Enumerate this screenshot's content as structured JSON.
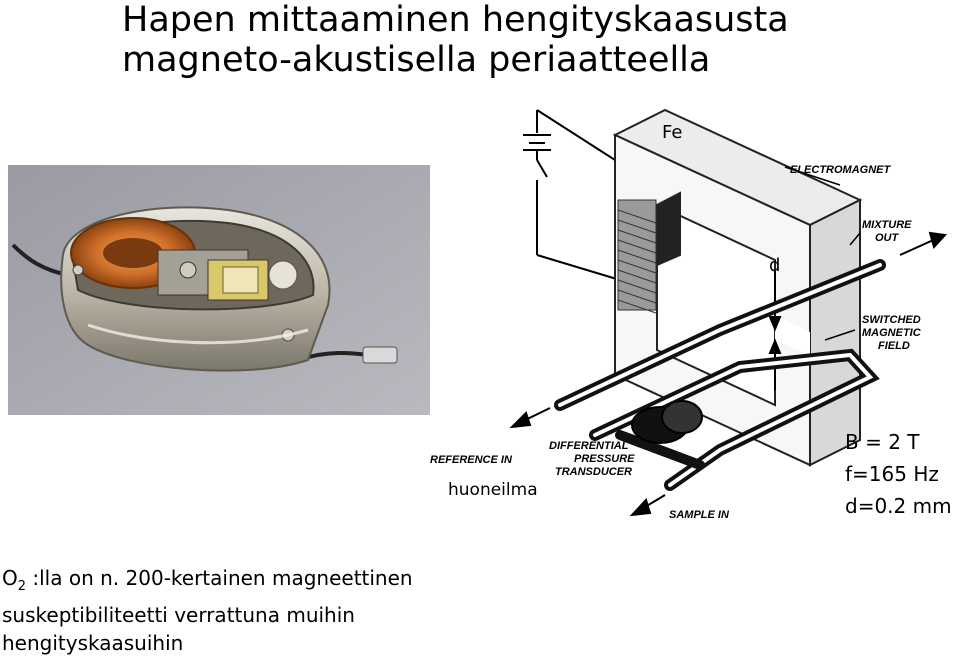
{
  "title": {
    "line1": "Hapen mittaaminen hengityskaasusta",
    "line2": "magneto-akustisella periaatteella"
  },
  "diagram_labels": {
    "fe": "Fe",
    "electromagnet": "ELECTROMAGNET",
    "mixture_out_1": "MIXTURE",
    "mixture_out_2": "OUT",
    "d": "d",
    "switched_1": "SWITCHED",
    "switched_2": "MAGNETIC",
    "switched_3": "FIELD",
    "reference_in": "REFERENCE IN",
    "differential_1": "DIFFERENTIAL",
    "differential_2": "PRESSURE",
    "differential_3": "TRANSDUCER",
    "huoneilma": "huoneilma",
    "sample_in": "SAMPLE IN"
  },
  "parameters": {
    "b": "B = 2 T",
    "f": "f=165 Hz",
    "d": "d=0.2 mm"
  },
  "caption": {
    "o": "O",
    "sub": "2",
    "line1_rest": " :lla on n. 200-kertainen magneettinen",
    "line2": "suskeptibiliteetti verrattuna muihin",
    "line3": "hengityskaasuihin"
  }
}
